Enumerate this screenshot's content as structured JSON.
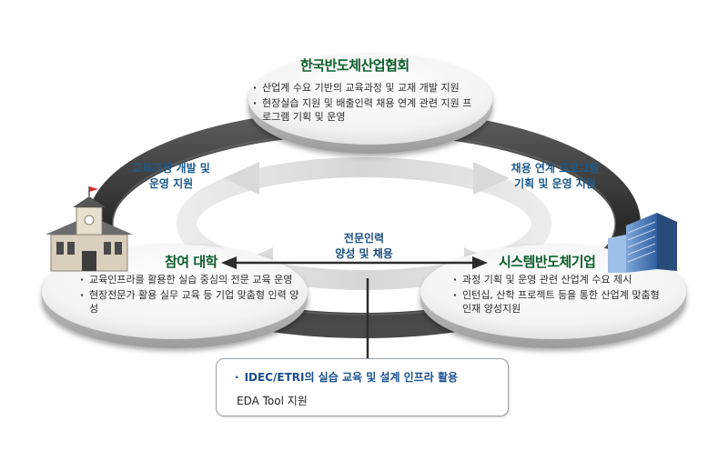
{
  "nodes": {
    "association": {
      "title": "한국반도체산업협회",
      "items": [
        "산업계 수요 기반의 교육과정 및 교재 개발 지원",
        "현장실습 지원 및 배출인력 채용 연계 관련 지원 프로그램 기획 및 운영"
      ]
    },
    "university": {
      "title": "참여 대학",
      "items": [
        "교육인프라를 활용한 실습 중심의 전문 교육 운영",
        "현장전문가 활용 실무 교육 등 기업 맞춤형 인력 양성"
      ]
    },
    "company": {
      "title": "시스템반도체기업",
      "items": [
        "과정 기획 및 운영 관련 산업계 수요 제시",
        "인턴십, 산학 프로젝트 등을 통한 산업계 맞춤형인재 양성지원"
      ]
    }
  },
  "arrows": {
    "left_line1": "교육과정 개발 및",
    "left_line2": "운영 지원",
    "right_line1": "채용 연계 프로그램",
    "right_line2": "기획 및 운영 지원",
    "center_line1": "전문인력",
    "center_line2": "양성 및 채용"
  },
  "support": {
    "line1": "IDEC/ETRI의 실습 교육 및 설계 인프라 활용",
    "line2": "EDA Tool 지원"
  },
  "colors": {
    "title_green": "#0b5d2a",
    "label_blue": "#1a5a8c",
    "ring_dark": "#3a3a3a",
    "platform_light": "#f4f4f4"
  }
}
